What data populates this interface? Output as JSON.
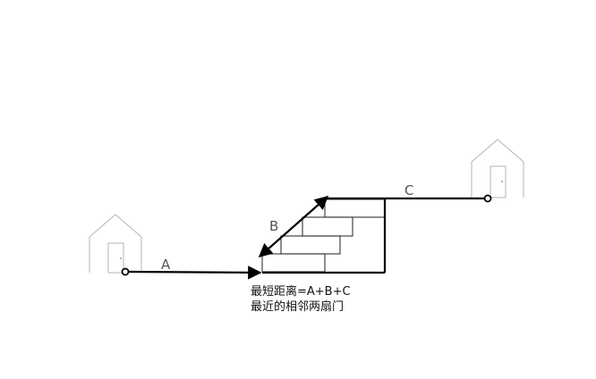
{
  "segment_labels": {
    "a": "A",
    "b": "B",
    "c": "C"
  },
  "caption": {
    "line1": "最短距离=A+B+C",
    "line2": "最近的相邻两扇门"
  },
  "colors": {
    "line": "#000000",
    "house": "#b3b3b3",
    "stairs": "#333333"
  }
}
